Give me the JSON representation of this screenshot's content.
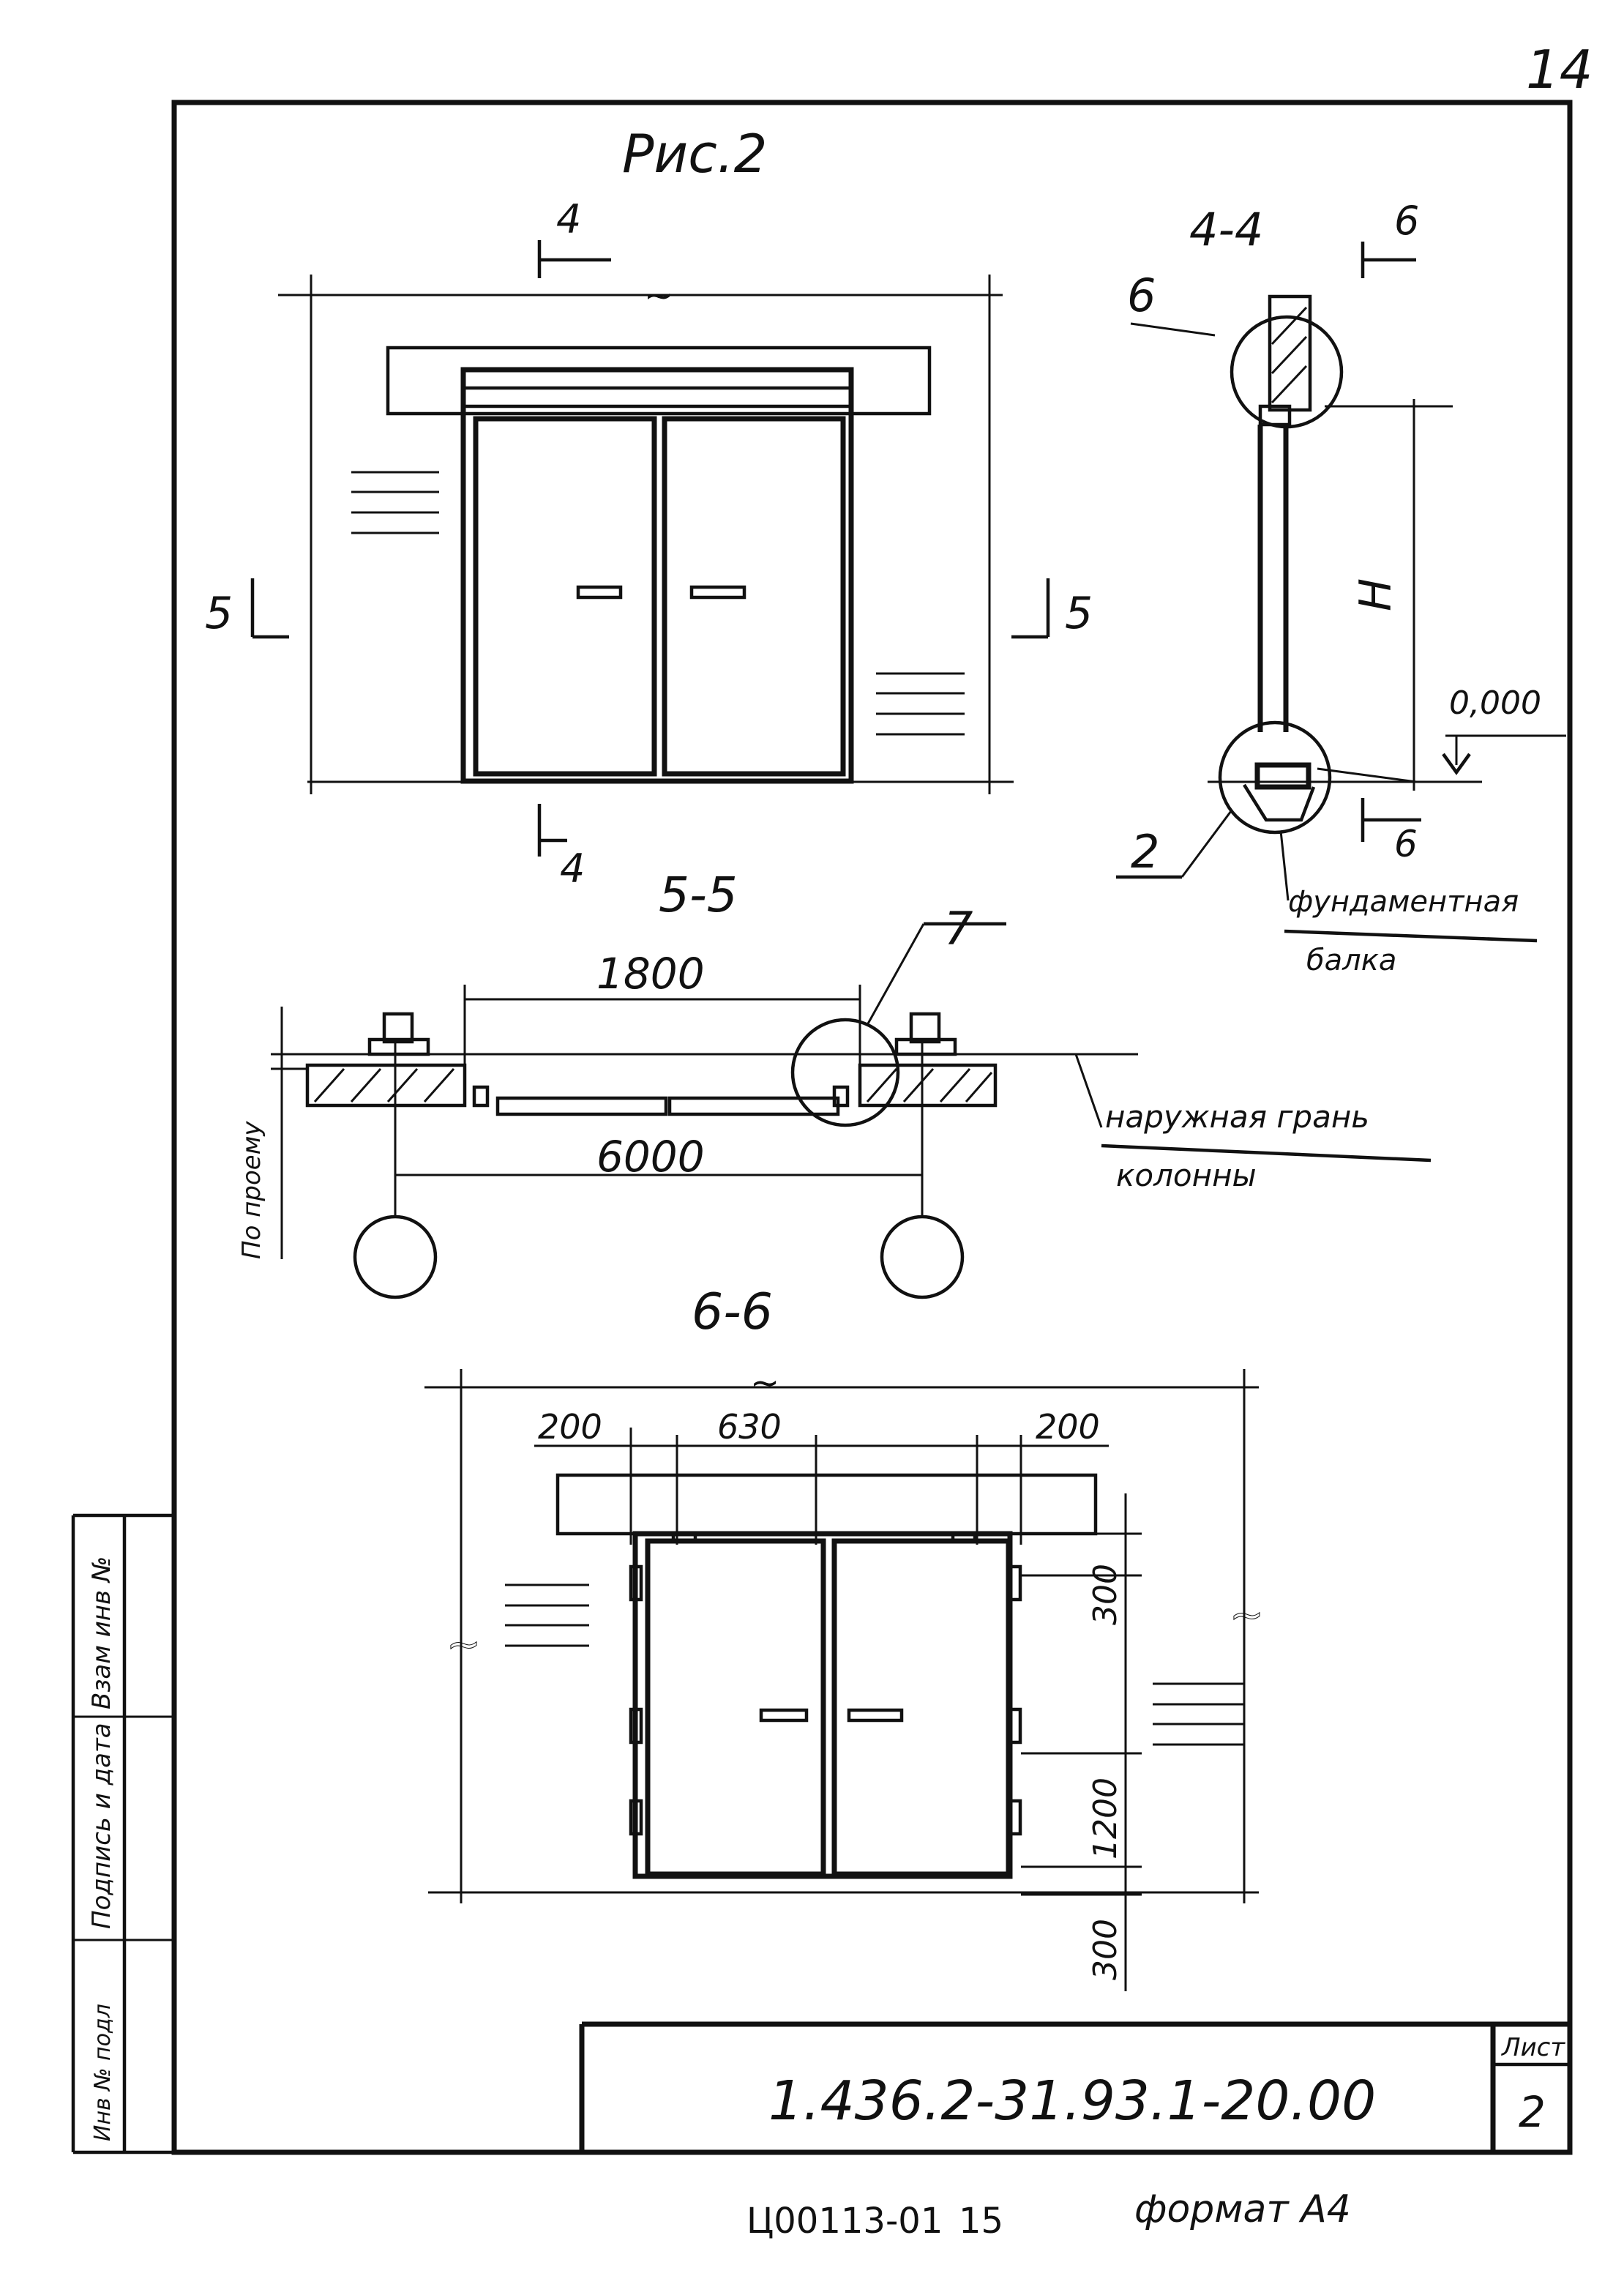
{
  "sheet": {
    "page_number": "14",
    "figure_label": "Рис.2",
    "title_block": {
      "code": "1.436.2-31.93.1-20.00",
      "sheet_label": "Лист",
      "sheet_no": "2"
    },
    "footer": {
      "archive_code": "Ц00113-01",
      "archive_page": "15",
      "format": "формат А4"
    },
    "margin_stamps": [
      "Взам инв №",
      "Подпись и дата",
      "Инв № подл"
    ]
  },
  "elevation_top": {
    "break_mark": "~",
    "cut_4_top": "4",
    "cut_4_bottom": "4",
    "cut_5_left": "5",
    "cut_5_right": "5"
  },
  "section_4_4": {
    "title": "4-4",
    "cut_6_top": "6",
    "cut_6_bottom": "6",
    "callout_6": "6",
    "callout_2": "2",
    "height_label": "H",
    "level_mark": "0,000",
    "beam_label_line1": "фундаментная",
    "beam_label_line2": "балка"
  },
  "plan_5_5": {
    "title": "5-5",
    "dim_opening": "1800",
    "dim_span": "6000",
    "callout_7": "7",
    "side_label": "По проему",
    "edge_label_line1": "наружная грань",
    "edge_label_line2": "колонны"
  },
  "section_6_6": {
    "title": "6-6",
    "break_mark": "~",
    "dim_200_left": "200",
    "dim_630": "630",
    "dim_200_right": "200",
    "dim_300_top": "300",
    "dim_1200": "1200",
    "dim_300_bottom": "300"
  }
}
